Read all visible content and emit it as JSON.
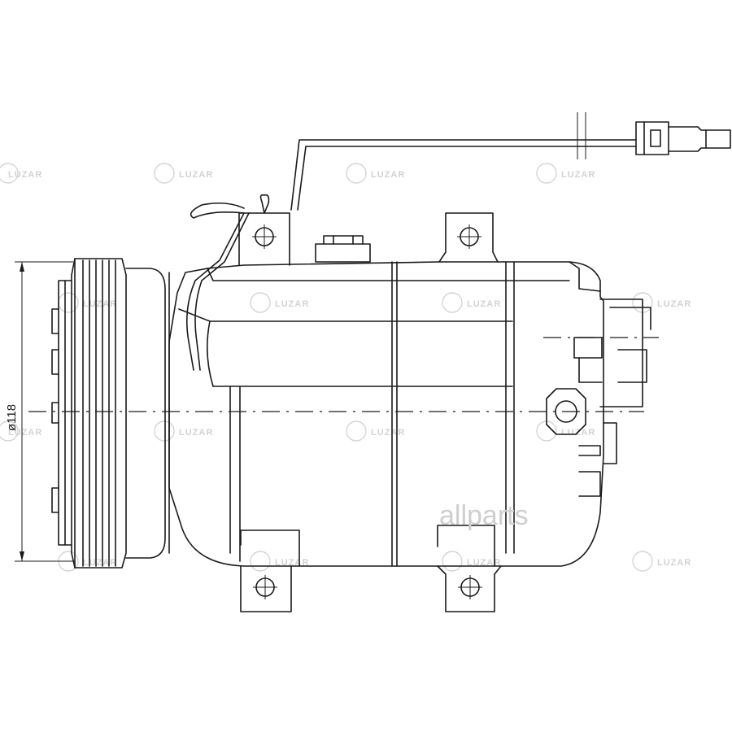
{
  "dimension_label": "ø118",
  "watermark_text": "LUZAR",
  "site_watermark": "allparts",
  "colors": {
    "line": "#1a1a1a",
    "watermark": "#d2d2d2",
    "background": "#ffffff"
  }
}
